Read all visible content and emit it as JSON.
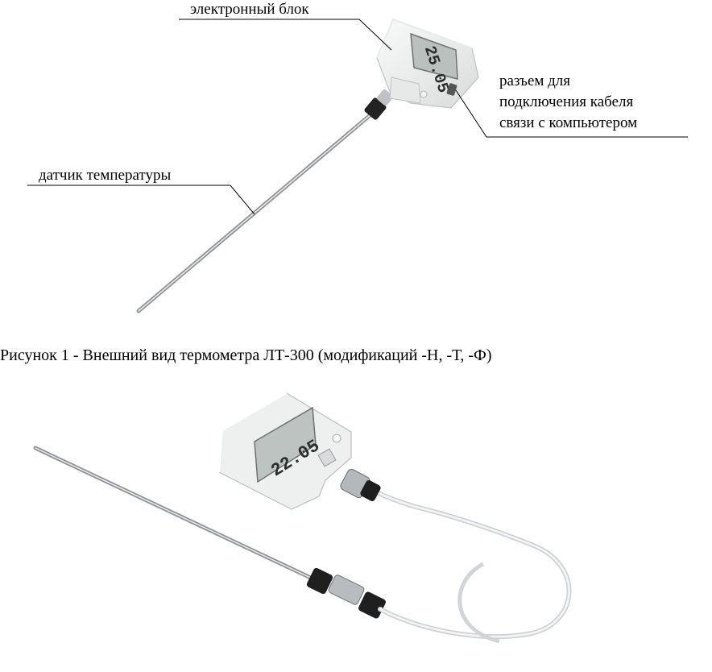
{
  "labels": {
    "electronic_block": "электронный блок",
    "sensor": "датчик температуры",
    "connector_line1": "разъем для",
    "connector_line2": "подключения кабеля",
    "connector_line3": "связи с компьютером"
  },
  "caption": "Рисунок 1 -  Внешний вид термометра ЛТ-300 (модификаций -Н, -Т, -Ф)",
  "display_readings": {
    "top_device": "25.05",
    "bottom_device": "22.05"
  }
}
